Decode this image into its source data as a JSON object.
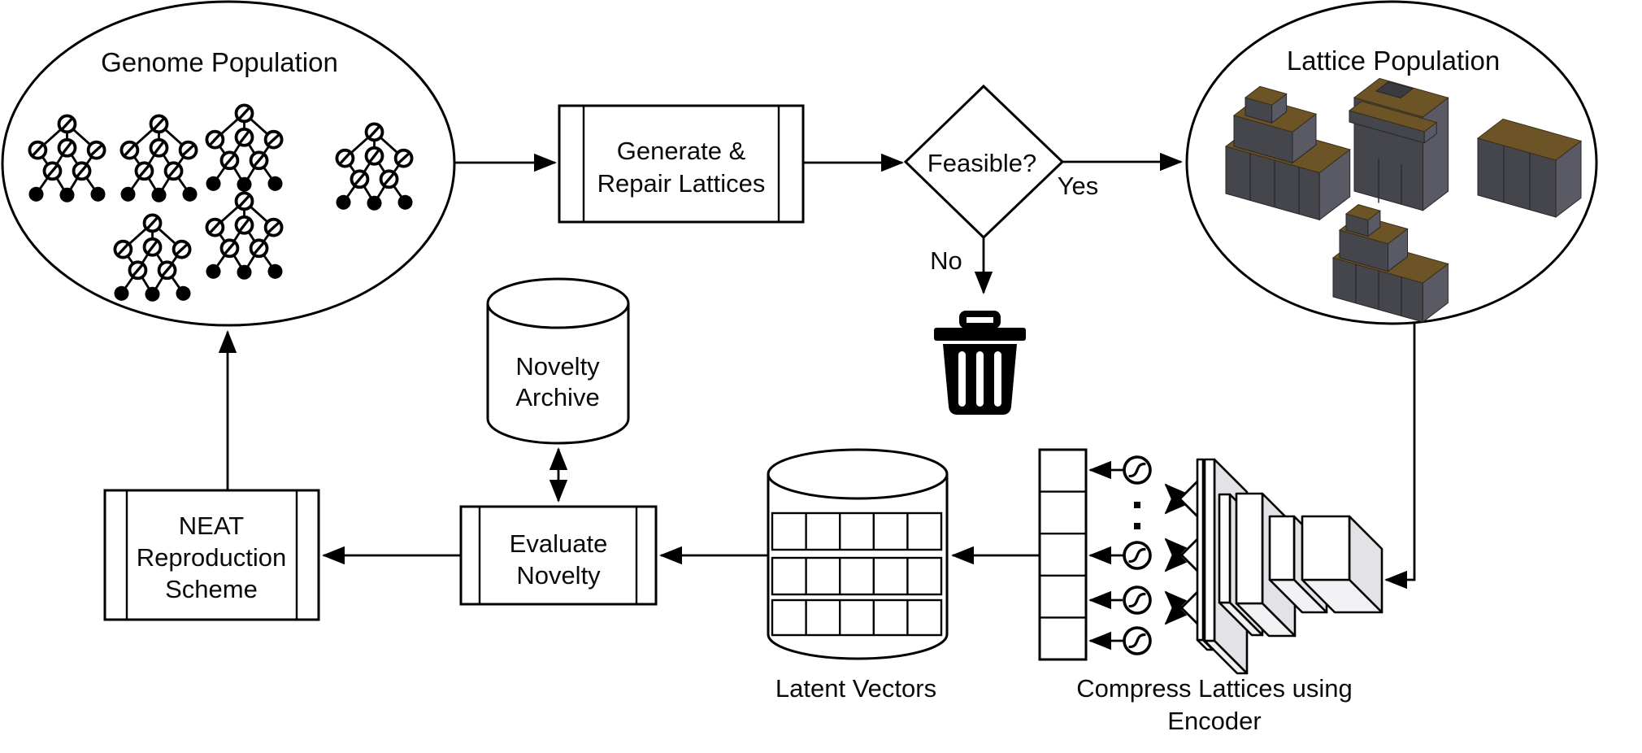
{
  "genome_population": {
    "title": "Genome Population"
  },
  "generate_box": {
    "lines": [
      "Generate &",
      "Repair Lattices"
    ]
  },
  "decision": {
    "label": "Feasible?",
    "yes_label": "Yes",
    "no_label": "No"
  },
  "lattice_population": {
    "title": "Lattice Population"
  },
  "novelty_archive": {
    "lines": [
      "Novelty",
      "Archive"
    ]
  },
  "evaluate_box": {
    "lines": [
      "Evaluate",
      "Novelty"
    ]
  },
  "neat_box": {
    "lines": [
      "NEAT",
      "Reproduction",
      "Scheme"
    ]
  },
  "latent_vectors": {
    "label": "Latent Vectors"
  },
  "encoder_caption": {
    "lines": [
      "Compress Lattices using",
      "Encoder"
    ]
  },
  "icons": {
    "trash": "trash-icon",
    "sigmoid": "sigmoid-activation-icon",
    "novelty_db": "database-cylinder-icon",
    "latent_db": "database-cylinder-icon",
    "genome": "neural-network-glyph",
    "lattice": "voxel-lattice-3d",
    "ellipsis": "vertical-dots"
  },
  "colors": {
    "stroke": "#000000",
    "background": "#ffffff",
    "voxel_top": "#6d5426",
    "voxel_front": "#45464c",
    "voxel_side": "#595a63",
    "slab_front": "#ffffff",
    "slab_side": "#e3e3e7",
    "slab_bottom": "#f2f2f4"
  }
}
